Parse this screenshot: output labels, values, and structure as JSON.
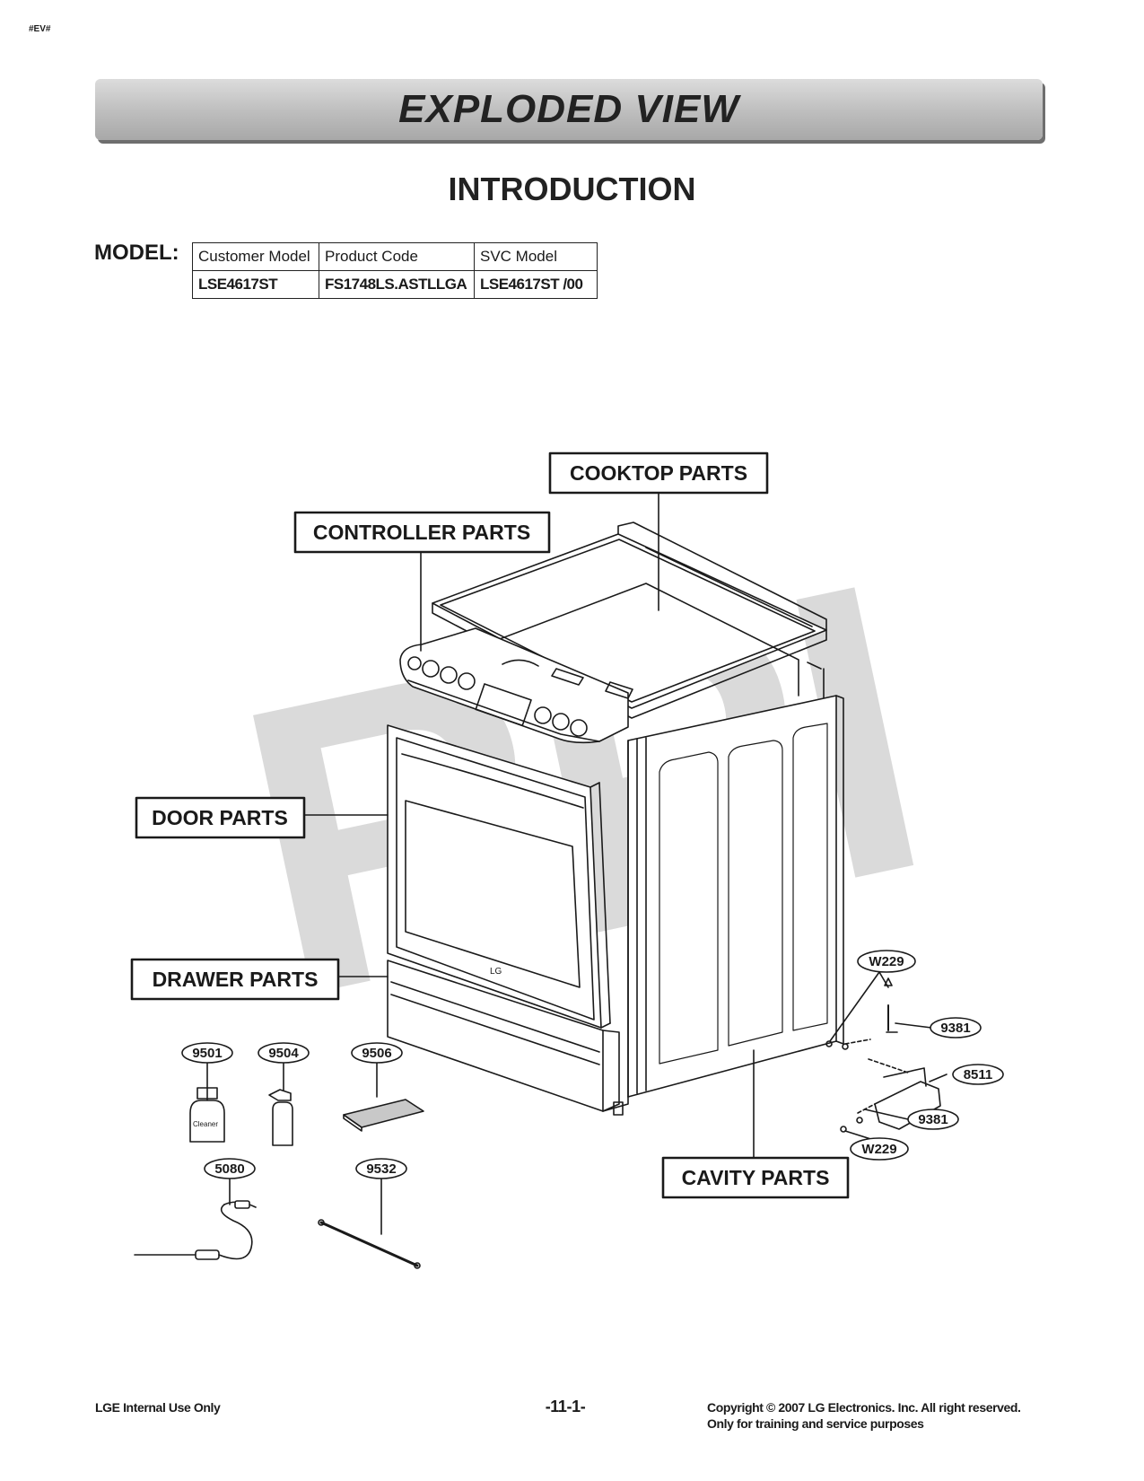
{
  "header": {
    "doc_tag": "#EV#",
    "banner_title": "EXPLODED VIEW",
    "section_title": "INTRODUCTION"
  },
  "model": {
    "label": "MODEL:",
    "columns": [
      "Customer Model",
      "Product Code",
      "SVC Model"
    ],
    "values": [
      "LSE4617ST",
      "FS1748LS.ASTLLGA",
      "LSE4617ST /00"
    ]
  },
  "diagram": {
    "watermark": "RPI",
    "brand_mark": "LG",
    "cleaner_label": "Cleaner",
    "sections": {
      "cooktop": "COOKTOP PARTS",
      "controller": "CONTROLLER PARTS",
      "door": "DOOR PARTS",
      "drawer": "DRAWER PARTS",
      "cavity": "CAVITY PARTS"
    },
    "part_numbers": {
      "p9501": "9501",
      "p9504": "9504",
      "p9506": "9506",
      "p5080": "5080",
      "p9532": "9532",
      "w229_top": "W229",
      "p9381_top": "9381",
      "p8511": "8511",
      "p9381_bottom": "9381",
      "w229_bottom": "W229"
    }
  },
  "footer": {
    "left": "LGE Internal Use Only",
    "page": "-11-1-",
    "copyright": "Copyright © 2007 LG Electronics. Inc. All right reserved.",
    "notice": "Only for training and service purposes"
  }
}
